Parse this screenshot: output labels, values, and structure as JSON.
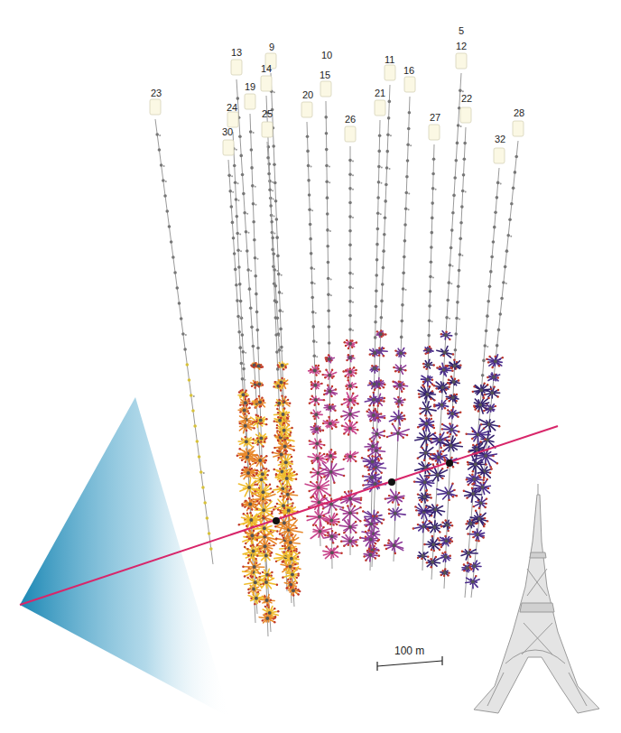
{
  "diagram": {
    "labels": [
      "5",
      "9",
      "13",
      "10",
      "12",
      "11",
      "14",
      "16",
      "15",
      "19",
      "23",
      "20",
      "21",
      "22",
      "24",
      "25",
      "27",
      "28",
      "26",
      "30",
      "32",
      "100 m"
    ]
  }
}
